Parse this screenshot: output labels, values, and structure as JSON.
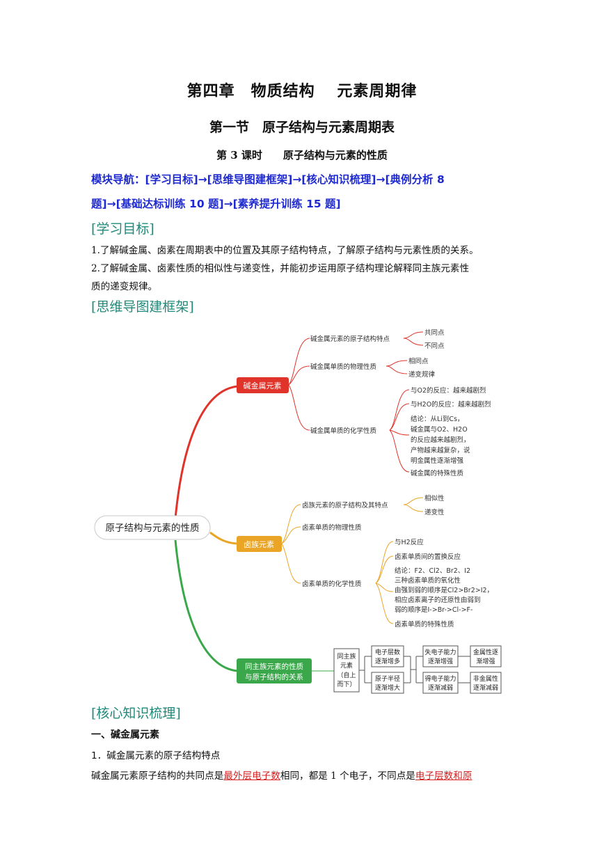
{
  "titles": {
    "chapter": "第四章　物质结构　 元素周期律",
    "section": "第一节　原子结构与元素周期表",
    "lesson": "第 3 课时　　原子结构与元素的性质"
  },
  "nav": {
    "line1": "模块导航：[学习目标]→[思维导图建框架]→[核心知识梳理]→[典例分析 8",
    "line2": "题]→[基础达标训练 10 题]→[素养提升训练 15 题]"
  },
  "objectives": {
    "heading": "[学习目标]",
    "items": [
      "1.了解碱金属、卤素在周期表中的位置及其原子结构特点，了解原子结构与元素性质的关系。",
      "2.了解碱金属、卤素性质的相似性与递变性，并能初步运用原子结构理论解释同主族元素性",
      "质的递变规律。"
    ]
  },
  "mindmap": {
    "heading": "[思维导图建框架]",
    "root": "原子结构与元素的性质",
    "alkali": {
      "label": "碱金属元素",
      "b1": "碱金属元素的原子结构特点",
      "b1_leaves": [
        "共同点",
        "不同点"
      ],
      "b2": "碱金属单质的物理性质",
      "b2_leaves": [
        "相同点",
        "递变规律"
      ],
      "b3": "碱金属单质的化学性质",
      "b3_leaves": [
        "与O2的反应：越来越剧烈",
        "与H2O的反应：越来越剧烈"
      ],
      "b3_conclusion": [
        "结论：从Li到Cs，",
        "碱金属与O2、H2O",
        "的反应越来越剧烈，",
        "产物越来越复杂，说",
        "明金属性逐渐增强"
      ],
      "b3_special": "碱金属的特殊性质"
    },
    "halogen": {
      "label": "卤族元素",
      "b1": "卤族元素的原子结构及其特点",
      "b1_leaves": [
        "相似性",
        "递变性"
      ],
      "b2": "卤素单质的物理性质",
      "b3": "卤素单质的化学性质",
      "b3_leaves": [
        "与H2反应",
        "卤素单质间的置换反应"
      ],
      "b3_conclusion": [
        "结论：F2、Cl2、Br2、I2",
        "三种卤素单质的氧化性",
        "由强到弱的顺序是Cl2>Br2>I2，",
        "相应卤素离子的还原性由弱到",
        "弱的顺序是I->Br->Cl->F-"
      ],
      "b3_special": "卤素单质的特殊性质"
    },
    "group": {
      "label_line1": "同主族元素的性质",
      "label_line2": "与原子结构的关系",
      "start": [
        "同主族",
        "元素",
        "（自上",
        "而下）"
      ],
      "top1": [
        "电子层数",
        "逐渐增多"
      ],
      "top2": [
        "失电子能力",
        "逐渐增强"
      ],
      "top3": [
        "金属性逐",
        "渐增强"
      ],
      "bot1": [
        "原子半径",
        "逐渐增大"
      ],
      "bot2": [
        "得电子能力",
        "逐渐减弱"
      ],
      "bot3": [
        "非金属性",
        "逐渐减弱"
      ]
    }
  },
  "core": {
    "heading": "[核心知识梳理]",
    "part": "一、碱金属元素",
    "sub": "1．碱金属元素的原子结构特点",
    "text_pre": "碱金属元素原子结构的共同点是",
    "text_red1": "最外层电子数",
    "text_mid": "相同，都是 1 个电子，不同点是",
    "text_red2": "电子层数和原"
  },
  "colors": {
    "nav_blue": "#1e2ad0",
    "section_teal": "#1f8a7a",
    "alkali_red": "#e0332a",
    "halogen_orange": "#eaa526",
    "group_green": "#3aa84a",
    "underline_red": "#d11f1f"
  }
}
